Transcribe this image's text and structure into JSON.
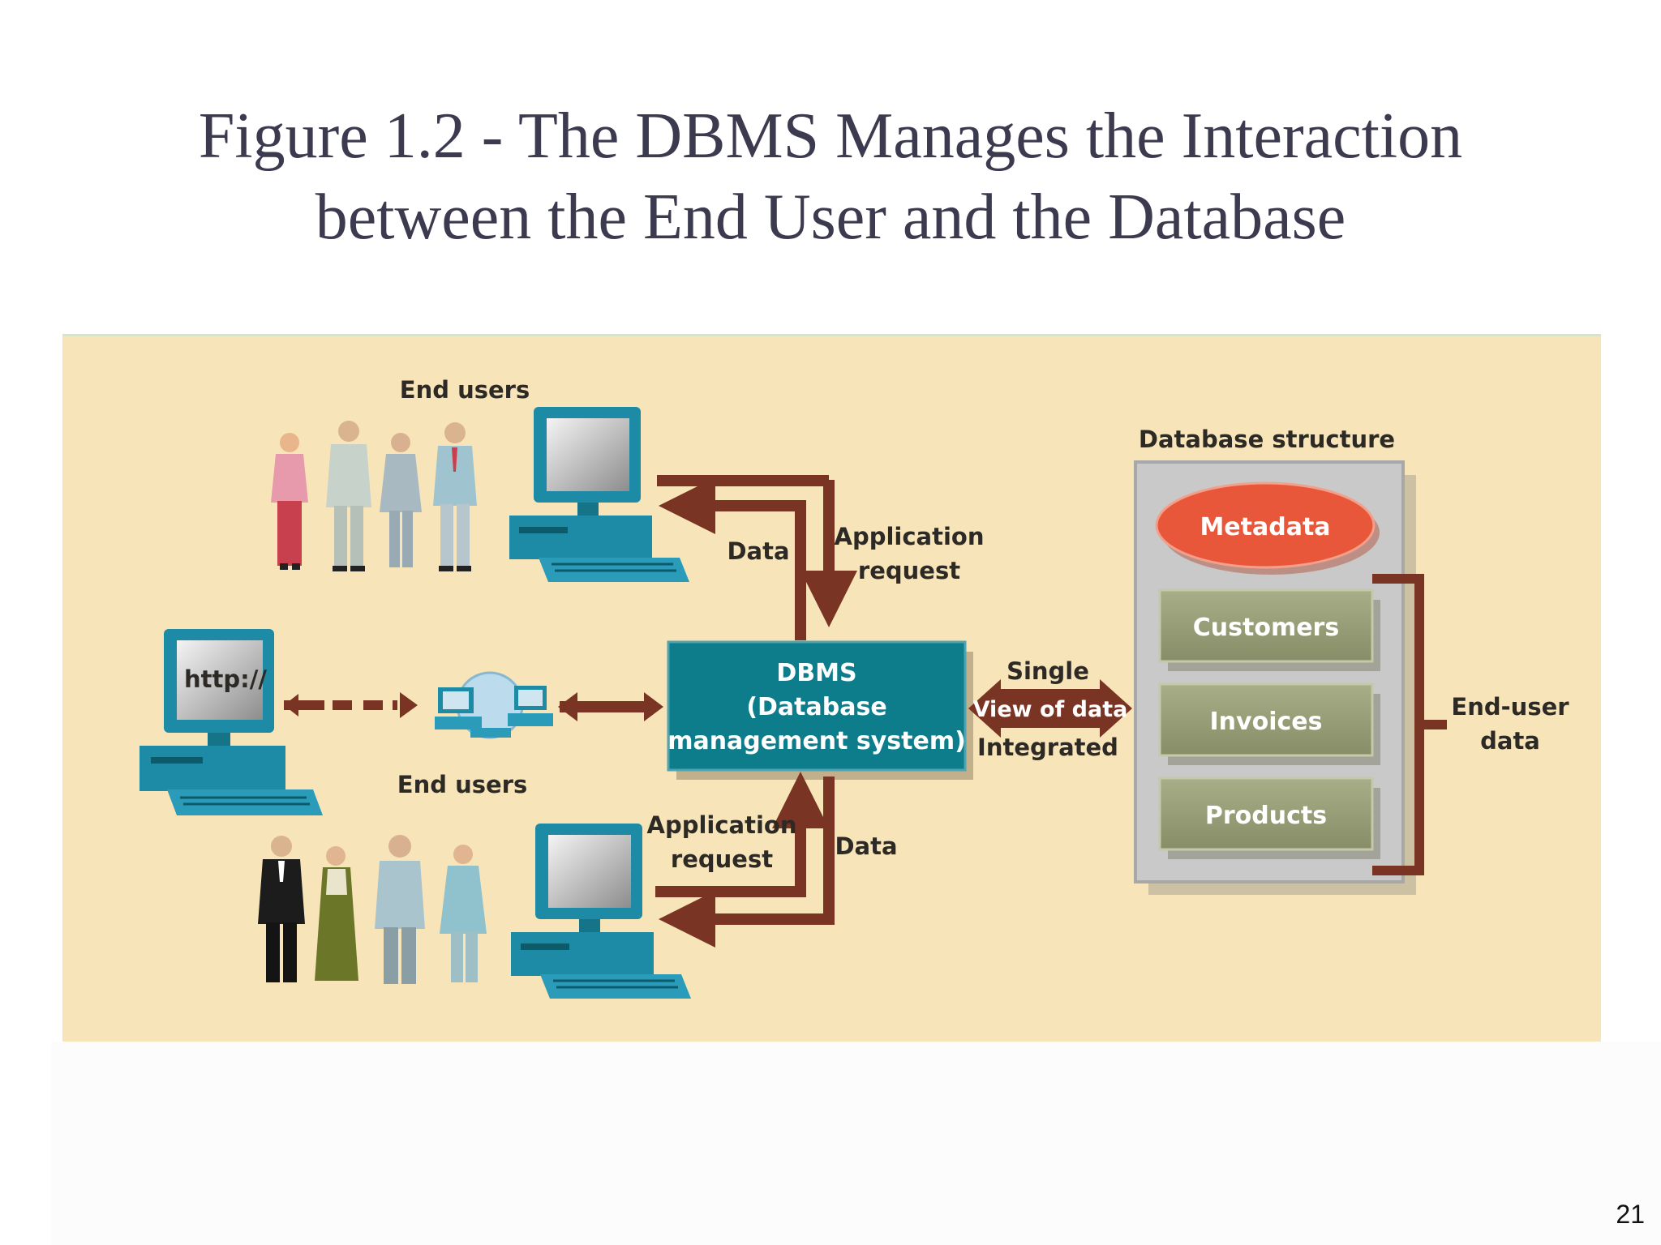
{
  "slide": {
    "title_line1": "Figure 1.2 - The DBMS Manages the Interaction",
    "title_line2": "between the End User and the Database",
    "page_number": "21"
  },
  "diagram": {
    "end_users_top": "End users",
    "end_users_middle": "End users",
    "browser_text": "http://",
    "data_top": "Data",
    "app_request_top_1": "Application",
    "app_request_top_2": "request",
    "app_request_bottom_1": "Application",
    "app_request_bottom_2": "request",
    "data_bottom": "Data",
    "dbms_line1": "DBMS",
    "dbms_line2": "(Database",
    "dbms_line3": "management system)",
    "single": "Single",
    "view_of_data": "View of data",
    "integrated": "Integrated",
    "database_structure": "Database structure",
    "metadata": "Metadata",
    "customers": "Customers",
    "invoices": "Invoices",
    "products": "Products",
    "end_user_data_1": "End-user",
    "end_user_data_2": "data"
  },
  "colors": {
    "arrow": "#7a3424",
    "dbms": "#0e7d8b",
    "metadata": "#e9573a",
    "table_box": "#99a27a",
    "db_panel": "#c9c9c9",
    "monitor": "#1d8aa6",
    "background": "#f7e5b9"
  }
}
